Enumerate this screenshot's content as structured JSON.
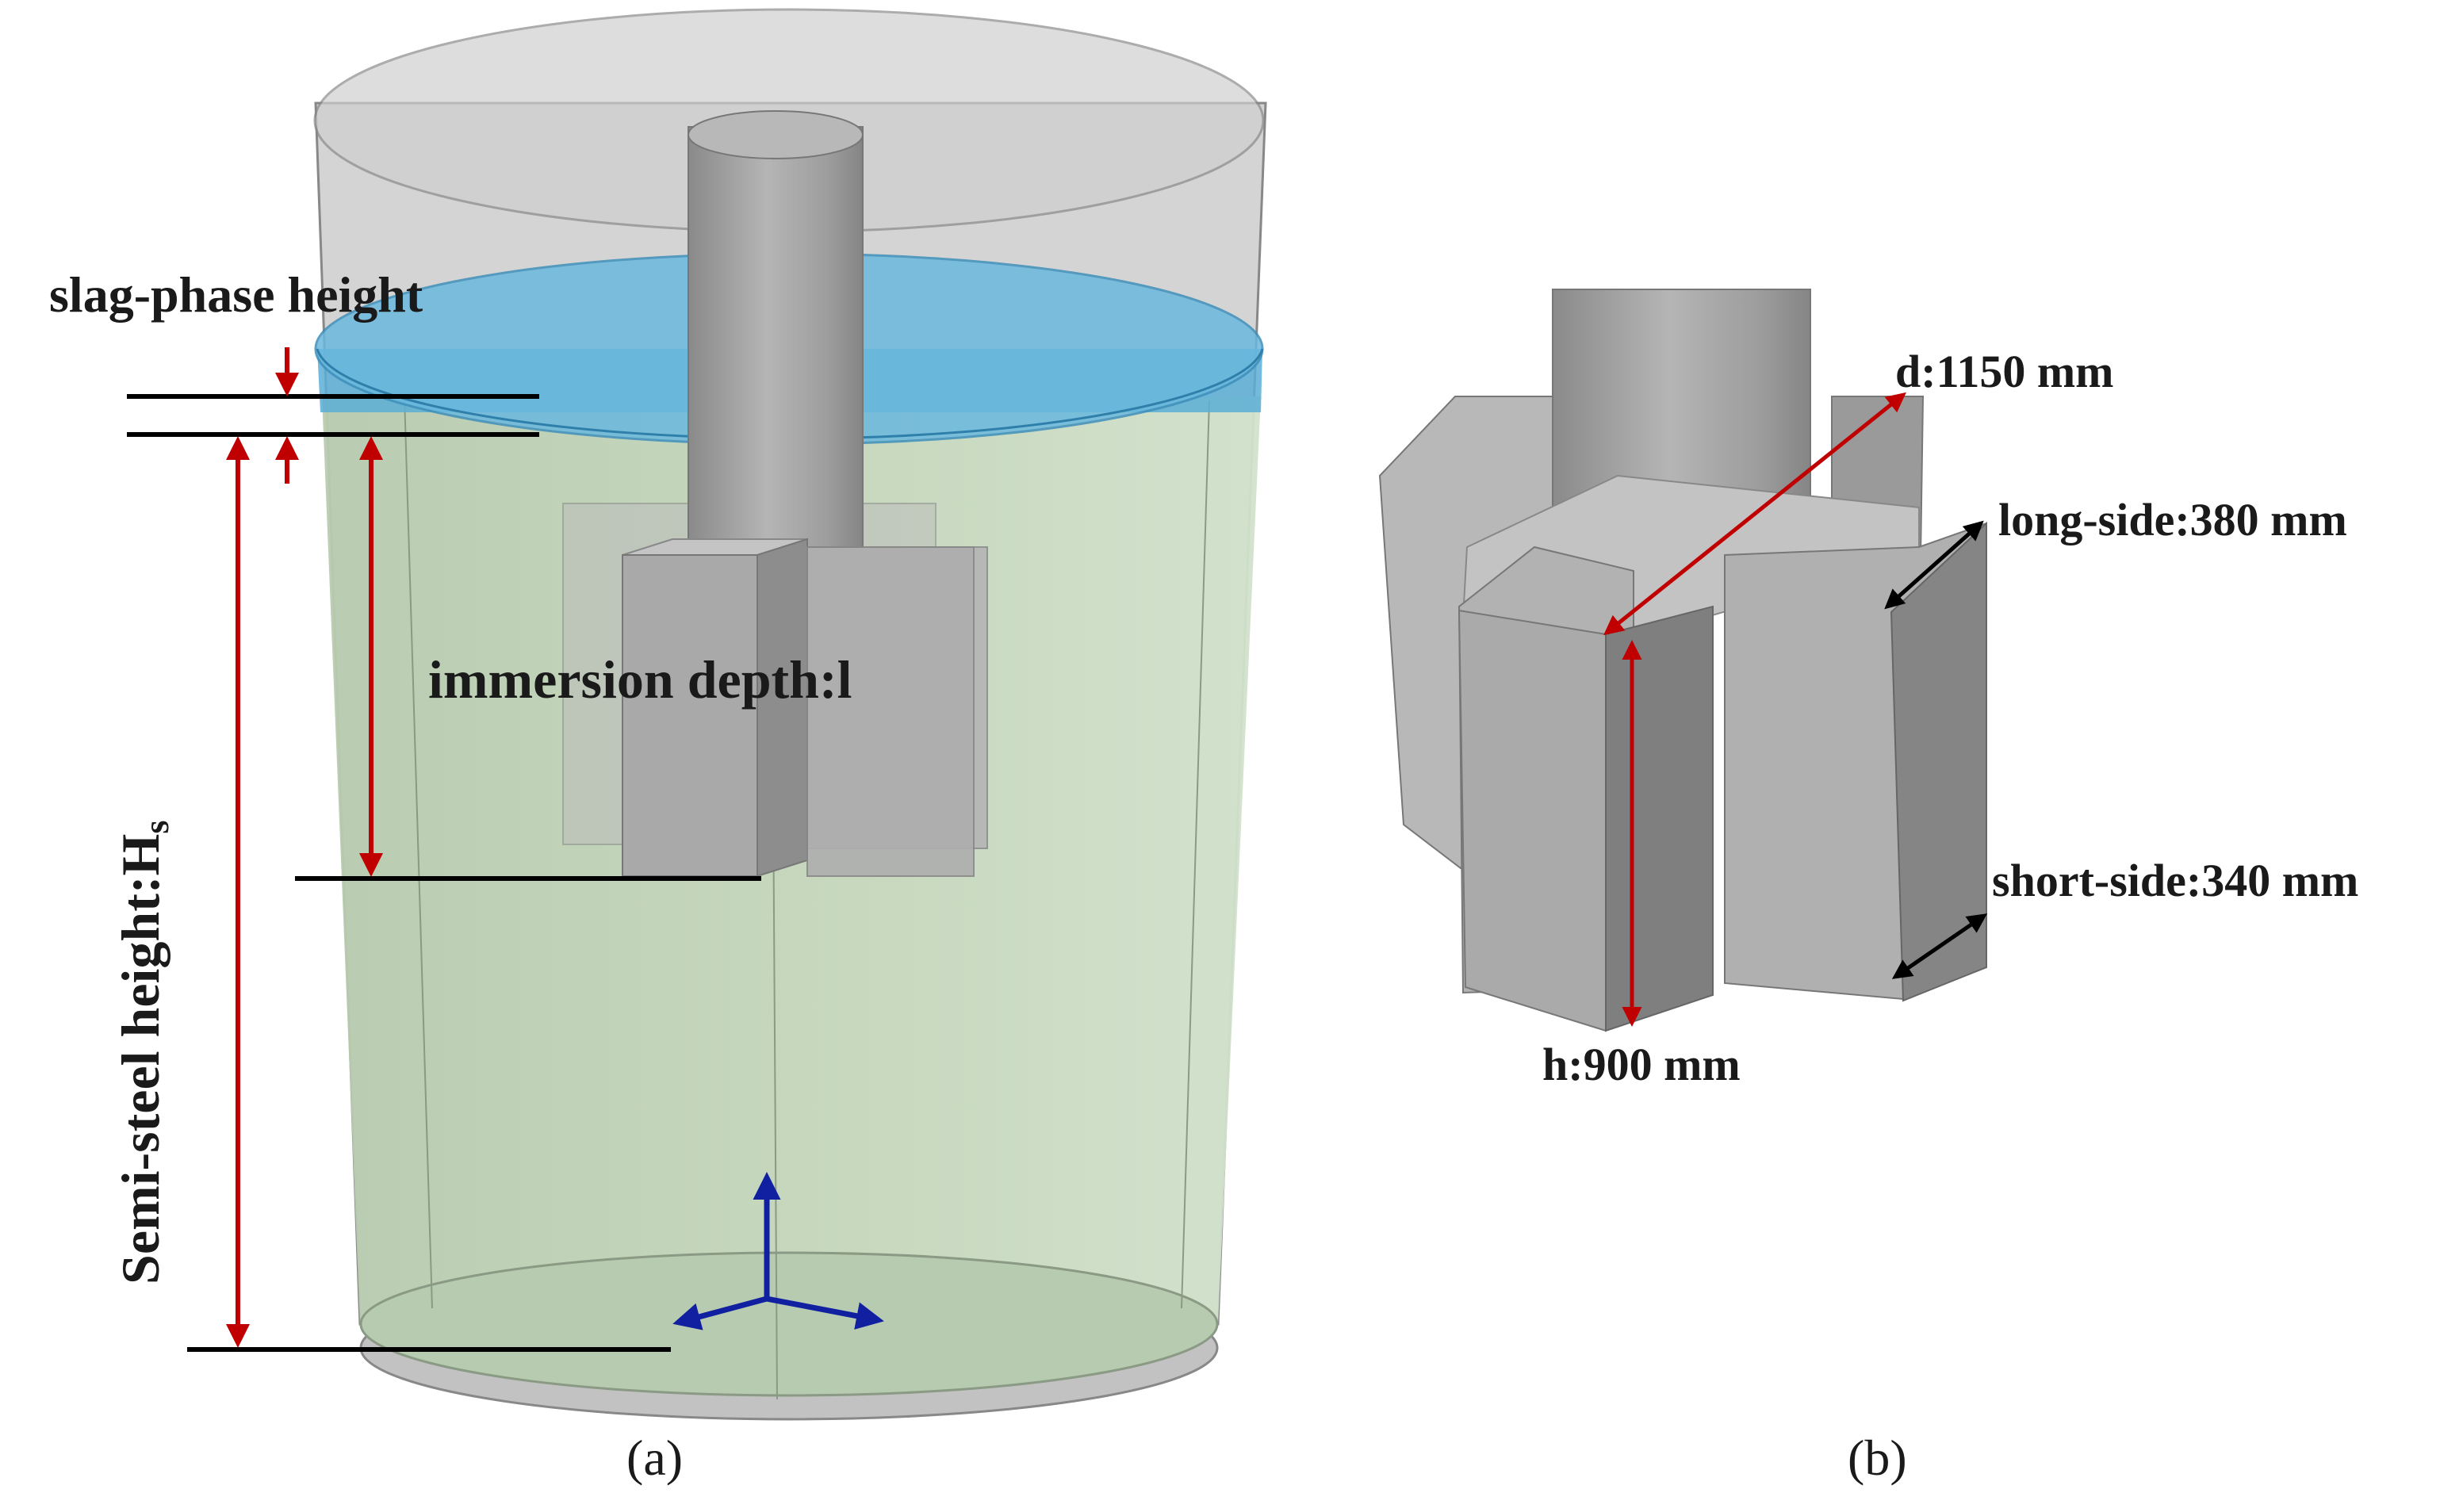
{
  "panel_a": {
    "caption": "(a)",
    "labels": {
      "slag_phase_height": "slag-phase height",
      "immersion_depth": "immersion depth:l",
      "semi_steel_height": "Semi-steel height:H",
      "semi_steel_height_sub": "s"
    }
  },
  "panel_b": {
    "caption": "(b)",
    "labels": {
      "d": "d:1150 mm",
      "long_side": "long-side:380 mm",
      "short_side": "short-side:340 mm",
      "h": "h:900 mm"
    }
  },
  "colors": {
    "red_arrow": "#c00000",
    "black_arrow": "#000000",
    "axis_blue": "#1020a0",
    "slag": "#5aaed6",
    "steel": "#c8dcc0",
    "paddle": "#a9a9a9"
  }
}
